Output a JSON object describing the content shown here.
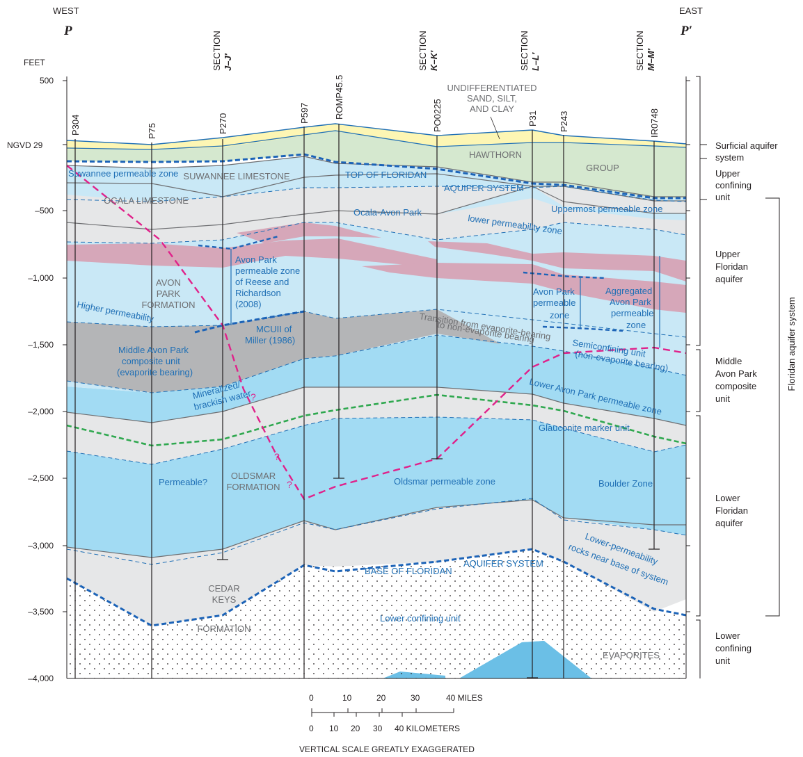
{
  "header": {
    "west": "WEST",
    "east": "EAST",
    "left_letter": "P",
    "right_letter": "P′"
  },
  "sections": [
    {
      "word": "SECTION",
      "name": "J–J′"
    },
    {
      "word": "SECTION",
      "name": "K–K′"
    },
    {
      "word": "SECTION",
      "name": "L–L′"
    },
    {
      "word": "SECTION",
      "name": "M–M′"
    }
  ],
  "axis": {
    "unit": "FEET",
    "datum": "NGVD 29",
    "ticks": [
      "500",
      "–500",
      "–1,000",
      "–1,500",
      "–2,000",
      "–2,500",
      "–3,000",
      "–3,500",
      "–4,000"
    ]
  },
  "wells": [
    "P304",
    "P75",
    "P270",
    "P597",
    "ROMP45.5",
    "PO0225",
    "P31",
    "P243",
    "IR0748"
  ],
  "units": {
    "undiff_1": "UNDIFFERENTIATED",
    "undiff_2": "SAND, SILT,",
    "undiff_3": "AND CLAY",
    "hawthorn": "HAWTHORN",
    "group": "GROUP",
    "suwannee_ls": "SUWANNEE   LIMESTONE",
    "ocala_ls": "OCALA LIMESTONE",
    "avon_1": "AVON",
    "avon_2": "PARK",
    "avon_3": "FORMATION",
    "oldsmar_1": "OLDSMAR",
    "oldsmar_2": "FORMATION",
    "cedar_1": "CEDAR",
    "cedar_2": "KEYS",
    "cedar_3": "FORMATION",
    "evaporites": "EVAPORITES"
  },
  "zones": {
    "suwannee_pz": "Suwannee permeable zone",
    "top_fas": "TOP OF FLORIDAN",
    "aquifer_system": "AQUIFER SYSTEM",
    "ocala_avon": "Ocala-Avon Park",
    "lower_perm": "lower permeability zone",
    "uppermost_pz": "Uppermost permeable zone",
    "apz_reese_1": "Avon Park",
    "apz_reese_2": "permeable zone",
    "apz_reese_3": "of Reese and",
    "apz_reese_4": "Richardson",
    "apz_reese_5": "(2008)",
    "higher_perm": "Higher permeability",
    "mcuii_1": "MCUII of",
    "mcuii_2": "Miller (1986)",
    "mapcu_1": "Middle   Avon Park",
    "mapcu_2": "composite unit",
    "mapcu_3": "(evaporite bearing)",
    "transition_1": "Transition from evaporite-bearing",
    "transition_2": "to non-evaporite bearing",
    "apz_1": "Avon Park",
    "apz_2": "permeable",
    "apz_3": "zone",
    "agg_1": "Aggregated",
    "agg_2": "Avon Park",
    "agg_3": "permeable",
    "agg_4": "zone",
    "semi_1": "Semiconfining unit",
    "semi_2": "(non-evaporite bearing)",
    "lower_apz": "Lower Avon Park permeable zone",
    "mineral_1": "Mineralized/",
    "mineral_2": "brackish water",
    "glauconite": "Glauconite marker unit",
    "permeable_q": "Permeable?",
    "oldsmar_pz": "Oldsmar permeable zone",
    "boulder": "Boulder Zone",
    "lower_perm_rocks_1": "Lower-permeability",
    "lower_perm_rocks_2": "rocks near base of system",
    "base_fas": "BASE OF FLORIDAN",
    "base_aquifer": "AQUIFER SYSTEM",
    "lcu": "Lower confining  unit"
  },
  "right_labels": {
    "surficial_1": "Surficial aquifer",
    "surficial_2": "system",
    "ucu_1": "Upper",
    "ucu_2": "confining",
    "ucu_3": "unit",
    "ufa_1": "Upper",
    "ufa_2": "Floridan",
    "ufa_3": "aquifer",
    "mapcu_1": "Middle",
    "mapcu_2": "Avon Park",
    "mapcu_3": "composite",
    "mapcu_4": "unit",
    "lfa_1": "Lower",
    "lfa_2": "Floridan",
    "lfa_3": "aquifer",
    "lcu_1": "Lower",
    "lcu_2": "confining",
    "lcu_3": "unit",
    "fas": "Floridan aquifer system"
  },
  "scale": {
    "miles_ticks": [
      "0",
      "10",
      "20",
      "30",
      "40 MILES"
    ],
    "km_ticks": [
      "0",
      "10",
      "20",
      "30",
      "40 KILOMETERS"
    ],
    "note": "VERTICAL SCALE GREATLY EXAGGERATED"
  },
  "colors": {
    "surficial": "#fdf6b4",
    "hawthorn": "#d5e8cf",
    "aquifer": "#c9e8f6",
    "confining": "#e6e7e8",
    "evaporite": "#d6a7b9",
    "mapcu": "#b4b5b7",
    "lfa": "#a2dbf3",
    "lower_confining": "#ffffff",
    "boulder_evap": "#6bbfe6",
    "text_blue": "#1f6fb5",
    "fresh_line": "#e0218a",
    "glauconite_line": "#2fa84f",
    "fas_line": "#1c63b7"
  }
}
